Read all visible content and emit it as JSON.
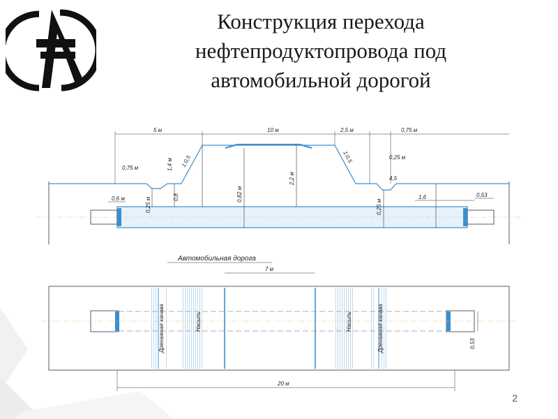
{
  "slide": {
    "title_lines": [
      "Конструкция перехода",
      "нефтепродуктопровода под",
      "автомобильной дорогой"
    ],
    "page_number": "2"
  },
  "profile": {
    "dim_5m": "5 м",
    "dim_10m": "10 м",
    "dim_2_5m": "2,5 м",
    "dim_0_75m_right": "0,75 м",
    "dim_0_75m_left": "0,75 м",
    "dim_0_25m_top_right": "0,25 м",
    "slope_left": "1:0,5",
    "slope_right": "1:0,5",
    "h_1_4m": "1,4 м",
    "h_2_2m": "2,2 м",
    "h_0_82m": "0,82 м",
    "h_0_8": "0,8",
    "h_0_25m_left": "0,25 м",
    "h_0_25m_right": "0,25 м",
    "d_0_6m": "0,6 м",
    "d_1_6": "1,6",
    "d_0_53": "0,53",
    "h_4_5": "4,5"
  },
  "plan": {
    "road_label": "Автомобильная дорога",
    "dim_7m": "7 м",
    "dim_20m": "20 м",
    "ditch_left": "Дренажная канава",
    "ditch_right": "Дренажная канава",
    "nasyp_left": "Насыпь",
    "nasyp_right": "Насыпь",
    "d_0_53": "0,53"
  },
  "colors": {
    "blue": "#3a8fd0",
    "pipe_fill": "#e6f2fb",
    "hatch": "#5a9fd6",
    "line": "#333333"
  }
}
